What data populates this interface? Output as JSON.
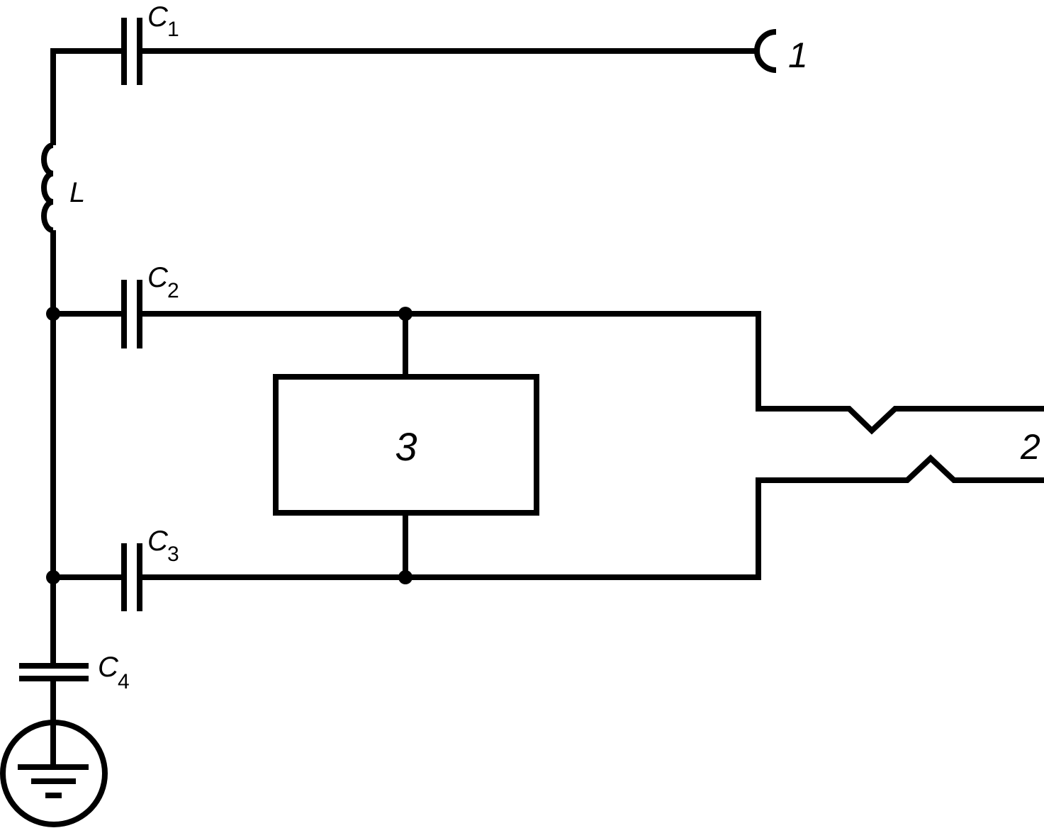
{
  "labels": {
    "c1": {
      "main": "C",
      "sub": "1"
    },
    "c2": {
      "main": "C",
      "sub": "2"
    },
    "c3": {
      "main": "C",
      "sub": "3"
    },
    "c4": {
      "main": "C",
      "sub": "4"
    },
    "inductor": "L",
    "terminal_1": "1",
    "terminal_2": "2",
    "block_3": "3"
  }
}
